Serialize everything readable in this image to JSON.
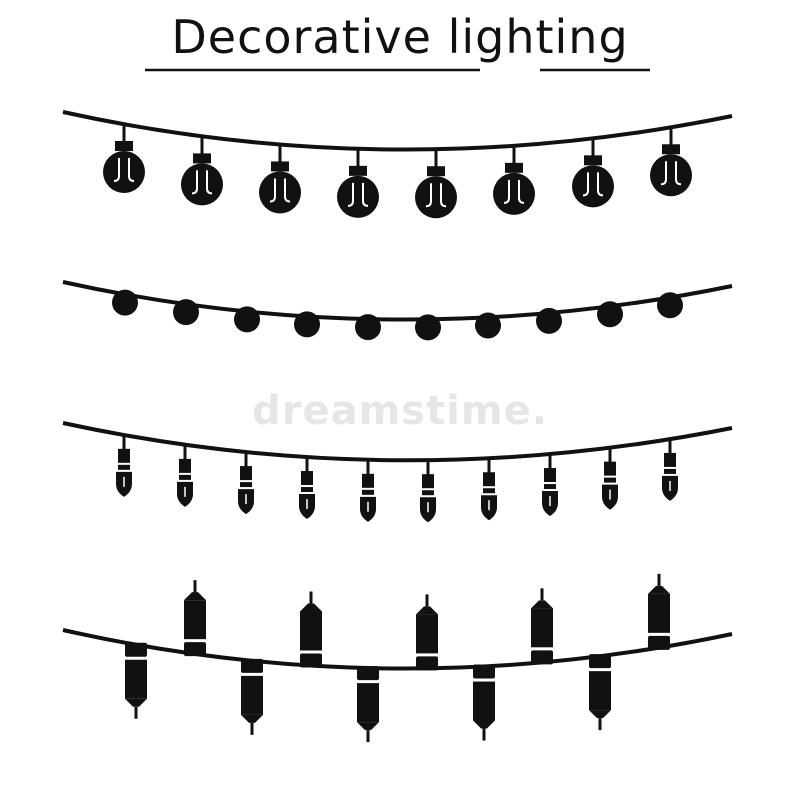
{
  "title": "Decorative lighting",
  "watermark": "dreamstime.",
  "colors": {
    "ink": "#111111",
    "background": "#ffffff",
    "watermark": "#e6e6e6"
  },
  "garlands": [
    {
      "name": "round-bulb-garland",
      "bulb_style": "round-bulb",
      "bulb_count": 8
    },
    {
      "name": "dot-garland",
      "bulb_style": "dot",
      "bulb_count": 10
    },
    {
      "name": "small-bulb-garland",
      "bulb_style": "small-bulb",
      "bulb_count": 10
    },
    {
      "name": "tube-bulb-garland",
      "bulb_style": "tube-bulb",
      "bulb_count": 10
    }
  ]
}
